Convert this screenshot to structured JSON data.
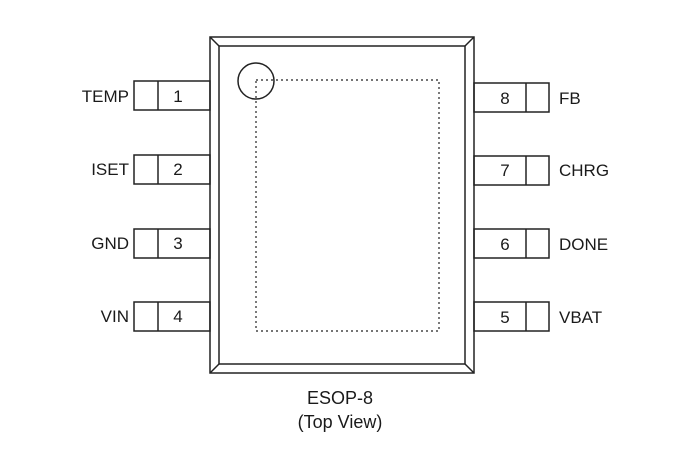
{
  "package": {
    "name": "ESOP-8",
    "view": "(Top View)"
  },
  "pins": [
    {
      "number": "1",
      "label": "TEMP"
    },
    {
      "number": "2",
      "label": "ISET"
    },
    {
      "number": "3",
      "label": "GND"
    },
    {
      "number": "4",
      "label": "VIN"
    },
    {
      "number": "5",
      "label": "VBAT"
    },
    {
      "number": "6",
      "label": "DONE"
    },
    {
      "number": "7",
      "label": "CHRG"
    },
    {
      "number": "8",
      "label": "FB"
    }
  ],
  "colors": {
    "outline": "#222222",
    "text": "#1a1a1a",
    "background": "#ffffff"
  }
}
